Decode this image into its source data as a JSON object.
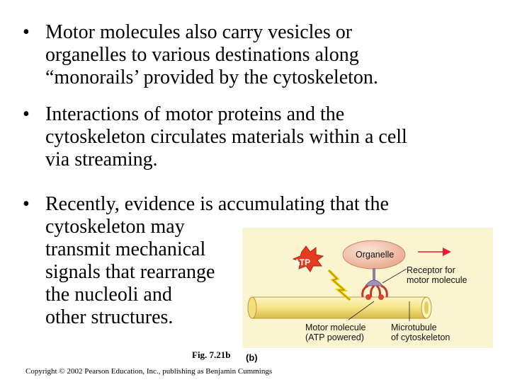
{
  "bullet_symbol": "•",
  "bullets": [
    {
      "lines": [
        "Motor molecules also carry vesicles or",
        "organelles to various destinations along",
        "“monorails’ provided by the cytoskeleton."
      ]
    },
    {
      "lines": [
        "Interactions of motor proteins and the",
        "cytoskeleton circulates materials within a cell",
        "via streaming."
      ]
    },
    {
      "lines": [
        "Recently, evidence is accumulating that the",
        "cytoskeleton may",
        "transmit mechanical",
        "signals that rearrange",
        "the nucleoli and",
        "other structures."
      ]
    }
  ],
  "figure": {
    "atp_label": "ATP",
    "organelle_label": "Organelle",
    "receptor_label_1": "Receptor for",
    "receptor_label_2": "motor molecule",
    "motor_label_1": "Motor molecule",
    "motor_label_2": "(ATP powered)",
    "microtubule_label_1": "Microtubule",
    "microtubule_label_2": "of cytoskeleton",
    "caption": "Fig. 7.21b",
    "panel_letter": "(b)",
    "colors": {
      "background": "#fbf4d0",
      "organelle": "#f3c9b4",
      "tube": "#f7e68a",
      "atp": "#e53b1f",
      "arrow": "#e8193c"
    }
  },
  "copyright": "Copyright © 2002 Pearson Education, Inc., publishing as Benjamin Cummings"
}
